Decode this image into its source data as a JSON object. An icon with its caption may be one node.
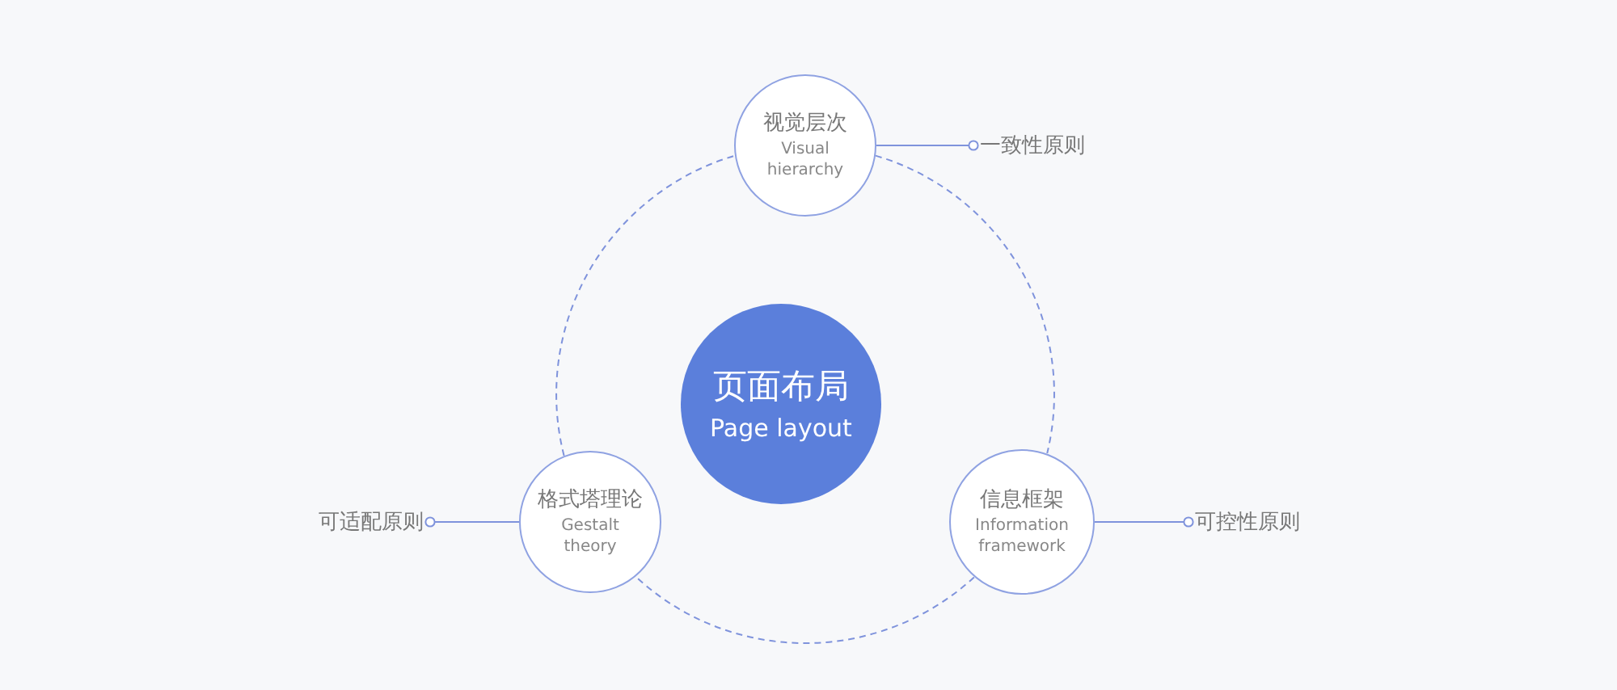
{
  "diagram": {
    "nodes": [
      {
        "text": [
          "页面布局",
          "Page layout"
        ]
      },
      {
        "text": [
          "视觉层次",
          "Visual hierarchy"
        ]
      },
      {
        "text": [
          "格式塔理论",
          "Gestalt theory"
        ]
      },
      {
        "text": [
          "信息框架",
          "Information framework"
        ]
      },
      {
        "text": [
          "一致性原则"
        ]
      },
      {
        "text": [
          "可适配原则"
        ]
      },
      {
        "text": [
          "可控性原则"
        ]
      }
    ],
    "edges": [
      {
        "from": 1,
        "to": 4,
        "arrow": "other"
      },
      {
        "from": 2,
        "to": 5,
        "arrow": "other"
      },
      {
        "from": 3,
        "to": 6,
        "arrow": "other"
      },
      {
        "from": 1,
        "to": 3,
        "arrow": "none",
        "style": "dashed"
      },
      {
        "from": 3,
        "to": 2,
        "arrow": "none",
        "style": "dashed"
      },
      {
        "from": 2,
        "to": 1,
        "arrow": "none",
        "style": "dashed"
      }
    ]
  }
}
